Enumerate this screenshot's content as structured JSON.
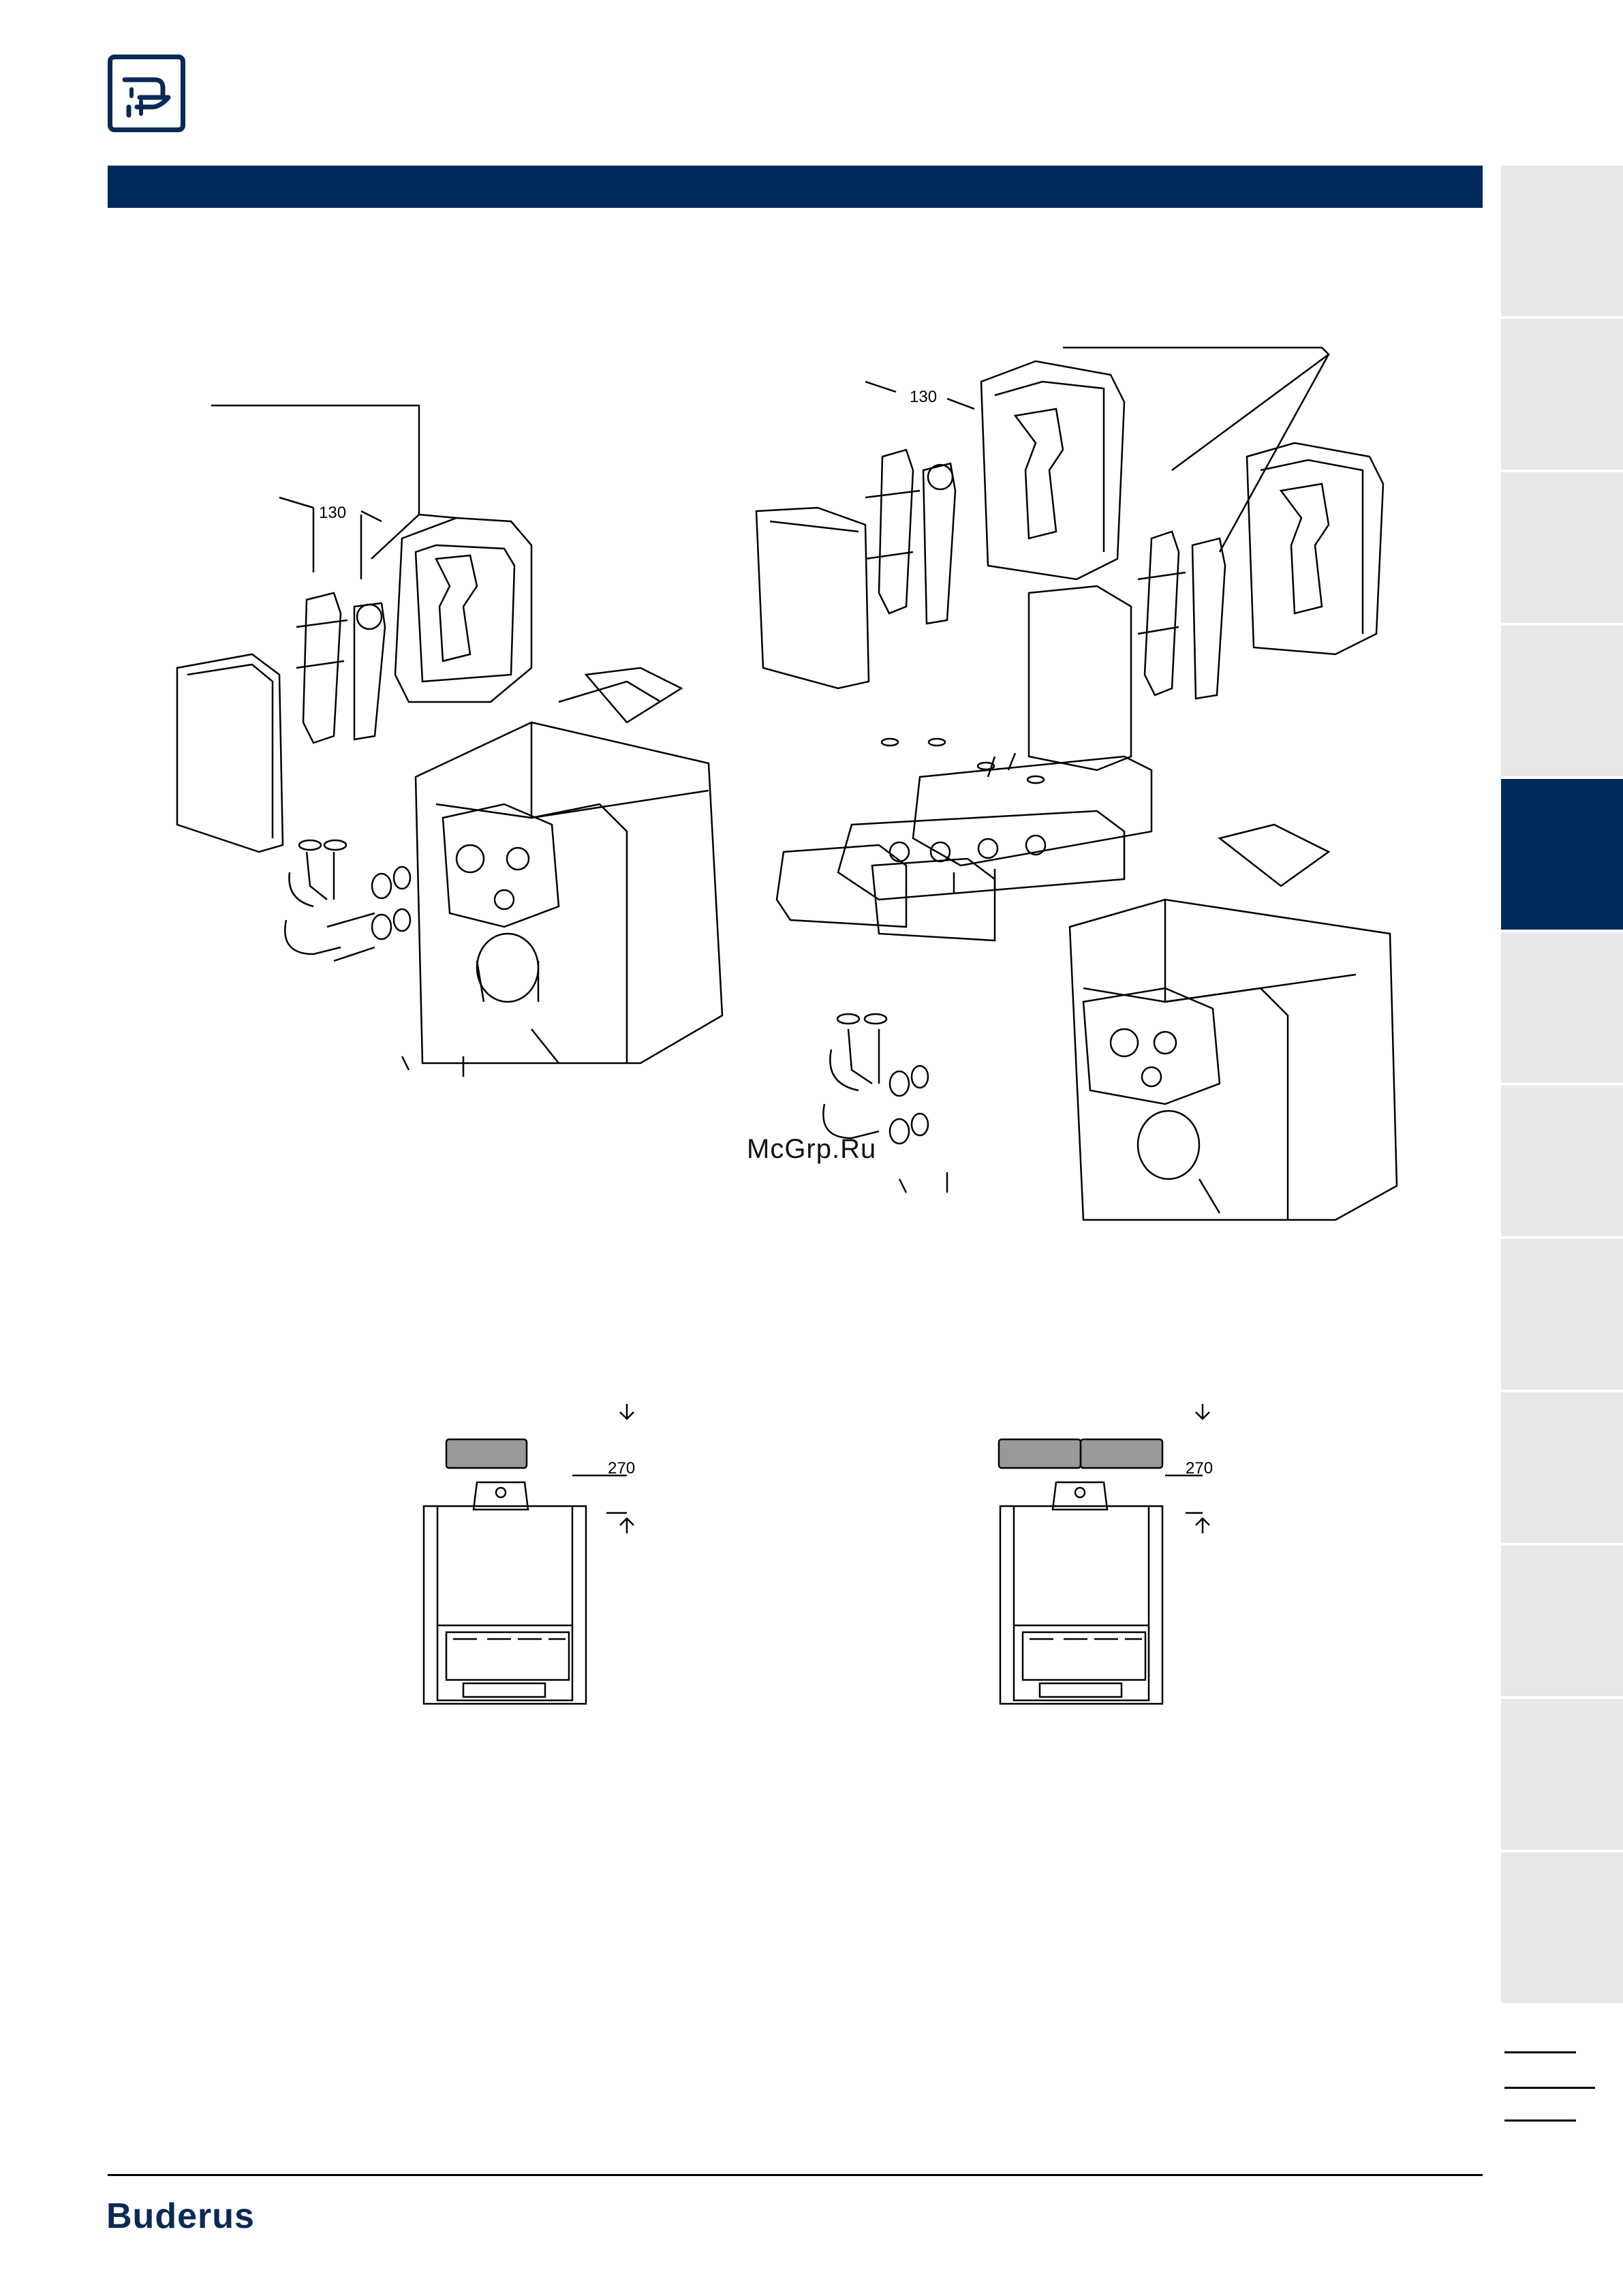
{
  "header": {
    "brand_icon": "pipe-fitting-icon"
  },
  "figures": {
    "left_assembly": {
      "dimension": "130"
    },
    "right_assembly": {
      "dimension": "130"
    },
    "front_view_left": {
      "dimension": "270"
    },
    "front_view_right": {
      "dimension": "270"
    }
  },
  "watermark": "McGrp.Ru",
  "footer": {
    "brand": "Buderus"
  },
  "side_tabs": {
    "count": 12,
    "active_index": 4
  },
  "colors": {
    "navy": "#002a5a",
    "tab_grey": "#e6e7e8",
    "module_grey": "#999999"
  }
}
